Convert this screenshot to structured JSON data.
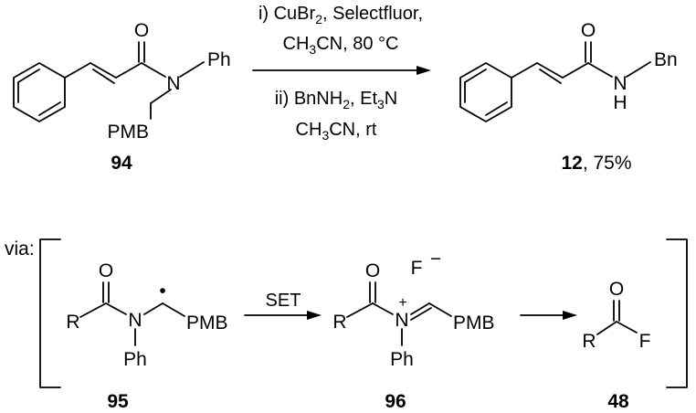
{
  "reaction": {
    "step1": {
      "prefix": "i) CuBr",
      "sub": "2",
      "suffix": ", Selectfluor,"
    },
    "step1_line2": {
      "prefix": "CH",
      "sub": "3",
      "suffix": "CN, 80 °C"
    },
    "step2": {
      "prefix": "ii) BnNH",
      "sub1": "2",
      "mid": ", Et",
      "sub2": "3",
      "suffix": "N"
    },
    "step2_line2": {
      "prefix": "CH",
      "sub": "3",
      "suffix": "CN, rt"
    }
  },
  "reactant": {
    "number": "94",
    "ph": "Ph",
    "pmb": "PMB",
    "n": "N",
    "o": "O"
  },
  "product": {
    "number": "12",
    "yield": ", 75%",
    "n": "N",
    "h": "H",
    "bn": "Bn",
    "o": "O"
  },
  "mechanism": {
    "via": "via:",
    "set_label": "SET",
    "c95": {
      "number": "95",
      "r": "R",
      "n": "N",
      "ph": "Ph",
      "pmb": "PMB",
      "o": "O",
      "radical": "•"
    },
    "c96": {
      "number": "96",
      "r": "R",
      "n": "N",
      "plus": "+",
      "ph": "Ph",
      "pmb": "PMB",
      "o": "O",
      "f": "F",
      "minus": "−"
    },
    "c48": {
      "number": "48",
      "r": "R",
      "o": "O",
      "f": "F"
    }
  }
}
